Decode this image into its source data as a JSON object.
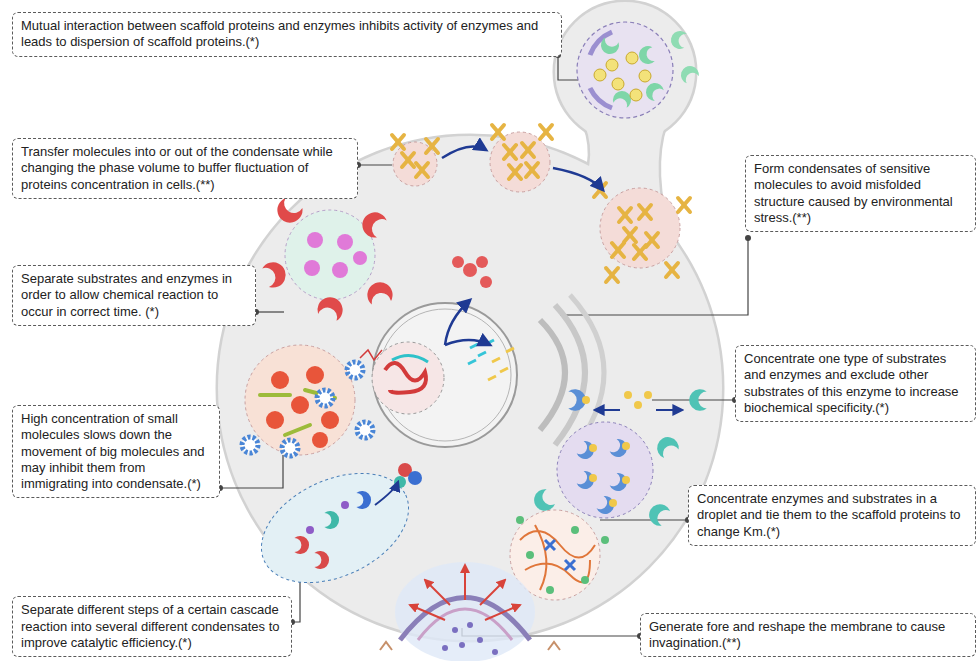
{
  "diagram": {
    "nodes": [
      {
        "text": [
          "Mutual interaction between scaffold proteins and enzymes inhibits activity of enzymes and leads to dispersion of scaffold proteins.(*)"
        ]
      },
      {
        "text": [
          "Transfer molecules into or out of the condensate while changing the phase volume to buffer fluctuation of proteins concentration in cells.(**)"
        ]
      },
      {
        "text": [
          "Form condensates of sensitive molecules to avoid misfolded structure caused by environmental stress.(**)"
        ]
      },
      {
        "text": [
          "Separate substrates and enzymes in order to allow chemical reaction to occur in correct time. (*)"
        ]
      },
      {
        "text": [
          "Concentrate one type of substrates and enzymes and exclude other substrates of this enzyme to increase biochemical specificity.(*)"
        ]
      },
      {
        "text": [
          "High concentration of small molecules slows down the movement of big molecules and may inhibit them from immigrating into condensate.(*)"
        ]
      },
      {
        "text": [
          "Concentrate enzymes and substrates in a droplet and tie them to the scaffold proteins to change Km.(*)"
        ]
      },
      {
        "text": [
          "Separate different steps of a certain cascade reaction into several different condensates to improve catalytic efficiency.(*)"
        ]
      },
      {
        "text": [
          "Generate fore and reshape the membrane to cause invagination.(**)"
        ]
      }
    ]
  }
}
